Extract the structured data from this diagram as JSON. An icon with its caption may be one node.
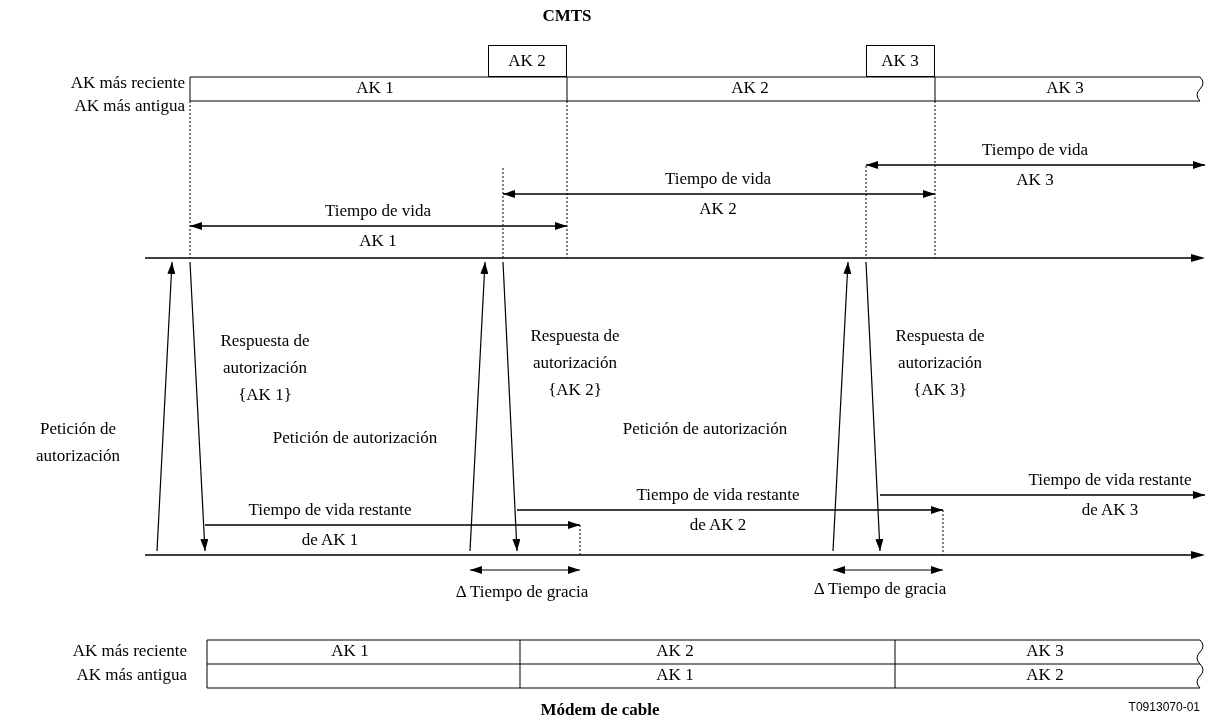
{
  "diagram": {
    "nodes": [
      {
        "text": [],
        "shape": "bar"
      },
      {
        "text": [],
        "shape": "bar"
      }
    ],
    "edges": [
      {
        "from": 1,
        "to": 0,
        "arrow": "to",
        "label": "Petición de autorización"
      },
      {
        "from": 0,
        "to": 1,
        "arrow": "to",
        "label": "Respuesta de autorización {AK 1}"
      },
      {
        "from": 1,
        "to": 0,
        "arrow": "to",
        "label": "Petición de autorización"
      },
      {
        "from": 0,
        "to": 1,
        "arrow": "to",
        "label": "Respuesta de autorización {AK 2}"
      },
      {
        "from": 1,
        "to": 0,
        "arrow": "to",
        "label": "Petición de autorización"
      },
      {
        "from": 0,
        "to": 1,
        "arrow": "to",
        "label": "Respuesta de autorización {AK 3}"
      }
    ],
    "labels": [
      "CMTS",
      "AK 2",
      "AK 3",
      "AK más reciente",
      "AK más antigua",
      "AK 1",
      "AK 2",
      "AK 3",
      "Tiempo de vida AK 3",
      "Tiempo de vida AK 2",
      "Tiempo de vida AK 1",
      "Tiempo de vida restante de AK 1",
      "Tiempo de vida restante de AK 2",
      "Tiempo de vida restante de AK 3",
      "Δ Tiempo de gracia",
      "Δ Tiempo de gracia",
      "AK más reciente",
      "AK 1",
      "AK 2",
      "AK 3",
      "AK más antigua",
      "AK 1",
      "AK 2",
      "Módem de cable",
      "T0913070-01"
    ]
  }
}
